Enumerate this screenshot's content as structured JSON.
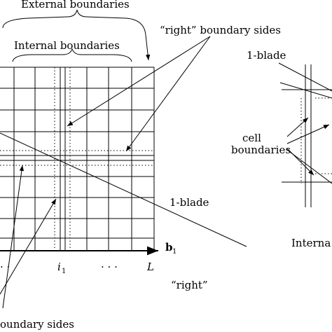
{
  "labels": {
    "external_boundaries": "External boundaries",
    "internal_boundaries": "Internal boundaries",
    "right_boundary_sides": "“right” boundary sides",
    "one_blade_left": "1-blade",
    "one_blade_right": "1-blade",
    "cell": "cell",
    "boundaries": "boundaries",
    "axis_b": "b",
    "axis_b_sub": "1",
    "tick_dots_left": "· ·",
    "tick_i": "i",
    "tick_i_sub": "1",
    "tick_dots_mid": "· · ·",
    "tick_L": "L",
    "right_quote": "“right”",
    "oundary_sides": "oundary sides",
    "interna": "Interna"
  }
}
